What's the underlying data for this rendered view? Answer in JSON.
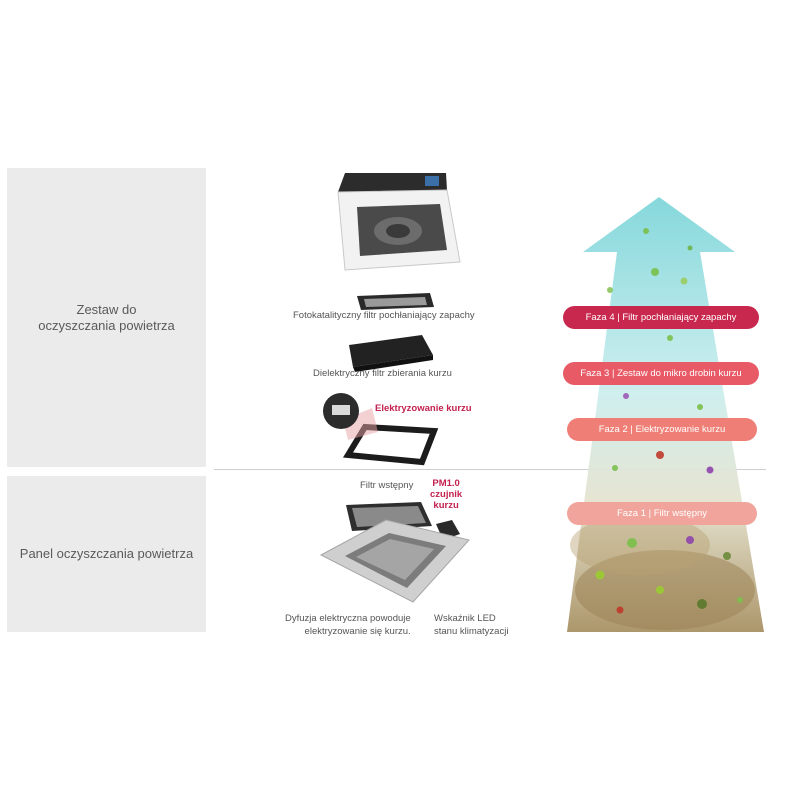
{
  "sections": {
    "top_label": "Zestaw do oczyszczania powietrza",
    "bottom_label": "Panel oczyszczania powietrza"
  },
  "captions": {
    "photocatalytic": "Fotokatalityczny filtr pochłaniający zapachy",
    "dielectric": "Dielektryczny filtr zbierania kurzu",
    "electrification": "Elektryzowanie kurzu",
    "prefilter": "Filtr wstępny",
    "pm_sensor": [
      "PM1.0",
      "czujnik",
      "kurzu"
    ],
    "diffusion": [
      "Dyfuzja elektryczna powoduje",
      "elektryzowanie się kurzu."
    ],
    "led": [
      "Wskaźnik LED",
      "stanu klimatyzacji"
    ]
  },
  "phases": [
    {
      "label": "Faza 4  |  Filtr pochłaniający zapachy",
      "color": "#c8284e"
    },
    {
      "label": "Faza 3  |  Zestaw do mikro drobin kurzu",
      "color": "#e75a66"
    },
    {
      "label": "Faza 2  |  Elektryzowanie kurzu",
      "color": "#ef7f76"
    },
    {
      "label": "Faza 1  |  Filtr wstępny",
      "color": "#f0a49b"
    }
  ],
  "colors": {
    "accent_red": "#c3214f",
    "arrow_top": "#7fd6da",
    "arrow_bottom": "#a89163",
    "panel_bg": "#ebebeb"
  },
  "icons": [
    "cassette-unit-icon",
    "photocatalytic-filter-icon",
    "dielectric-filter-icon",
    "electrification-frame-icon",
    "prefilter-icon",
    "pm-sensor-icon",
    "panel-icon",
    "air-arrow-icon"
  ]
}
